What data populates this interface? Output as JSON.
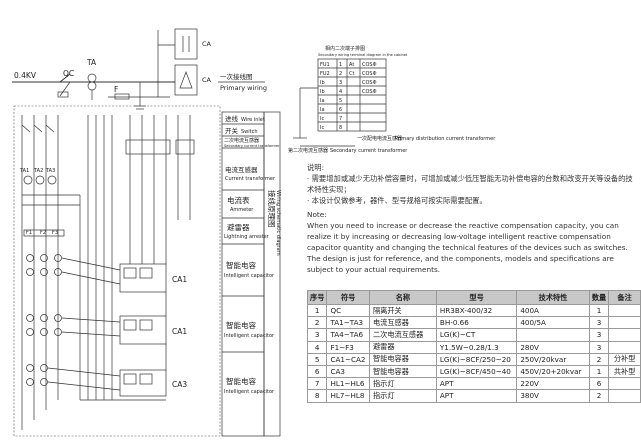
{
  "left_diagram": {
    "voltage": "0.4KV",
    "qc": "QC",
    "ta": "TA",
    "f": "F",
    "ca": "CA",
    "primary_cn": "一次接线图",
    "primary_en": "Primary wiring",
    "ca1": "CA1",
    "ca3": "CA3"
  },
  "legend": {
    "wire_inlet_cn": "进线",
    "wire_inlet_en": "Wire inlet",
    "switch_cn": "开关",
    "switch_en": "Switch",
    "sec_ct_cn": "二次电流互感器",
    "sec_ct_en": "Secondary current transformer",
    "ct_cn": "电流互感器",
    "ct_en": "Current transformer",
    "ammeter_cn": "电流表",
    "ammeter_en": "Ammeter",
    "arrester_cn": "避雷器",
    "arrester_en": "Lightning arrester",
    "cap1_cn": "智能电容",
    "cap1_en": "Intelligent capacitor",
    "cap2_cn": "智能电容",
    "cap2_en": "Intelligent capacitor",
    "cap3_cn": "智能电容",
    "cap3_en": "Intelligent capacitor",
    "wiring_cn": "接线原理图",
    "wiring_en": "Wiring schematic diagram"
  },
  "terminal": {
    "title_cn": "相内二次端子排图",
    "title_en": "Secondary wiring terminal diagram in the cabinet",
    "rows": [
      {
        "a": "FU1",
        "b": "1",
        "c": "At",
        "d": "COSΦ"
      },
      {
        "a": "FU2",
        "b": "2",
        "c": "Ct",
        "d": "COSΦ"
      },
      {
        "a": "Ib",
        "b": "3",
        "c": "",
        "d": "COSΦ"
      },
      {
        "a": "Ib",
        "b": "4",
        "c": "",
        "d": "COSΦ"
      },
      {
        "a": "Ia",
        "b": "5",
        "c": "",
        "d": ""
      },
      {
        "a": "Ia",
        "b": "6",
        "c": "",
        "d": ""
      },
      {
        "a": "Ic",
        "b": "7",
        "c": "",
        "d": ""
      },
      {
        "a": "Ic",
        "b": "8",
        "c": "",
        "d": ""
      }
    ],
    "primary_ct_cn": "一次配电电流互感器",
    "primary_ct_en": "Primary distribution current transformer",
    "secondary_ct_cn": "第二次电流互感器",
    "secondary_ct_en": "Secondary current transformer"
  },
  "notes": {
    "heading_cn": "说明:",
    "line1_cn": "· 需要增加或减少无功补偿容量时，可增加或减少低压智能无功补偿电容的台数和改变开关等设备的技术特性实现；",
    "line2_cn": "· 本设计仅做参考，器件、型号规格可按实际需要配置。",
    "heading_en": "Note:",
    "line1_en": "When you need to increase or decrease the reactive compensation capacity, you can realize it by increasing or decreasing low-voltage intelligent reactive compensation capacitor quantity and changing the technical features of the devices such as switches.",
    "line2_en": "The design is just for reference, and the components, models and specifications are subject to your actual requirements."
  },
  "bom": {
    "headers": [
      "序号",
      "符号",
      "名称",
      "型号",
      "技术特性",
      "数量",
      "备注"
    ],
    "rows": [
      [
        "1",
        "QC",
        "隔离开关",
        "HR3BX-400/32",
        "400A",
        "1",
        ""
      ],
      [
        "2",
        "TA1~TA3",
        "电流互感器",
        "BH-0.66",
        "400/5A",
        "3",
        ""
      ],
      [
        "3",
        "TA4~TA6",
        "二次电流互感器",
        "LG(K)~CT",
        "",
        "3",
        ""
      ],
      [
        "4",
        "F1~F3",
        "避雷器",
        "Y1.5W~0.28/1.3",
        "280V",
        "3",
        ""
      ],
      [
        "5",
        "CA1~CA2",
        "智能电容器",
        "LG(K)~8CF/250~20",
        "250V/20kvar",
        "2",
        "分补型"
      ],
      [
        "6",
        "CA3",
        "智能电容器",
        "LG(K)~8CF/450~40",
        "450V/20+20kvar",
        "1",
        "共补型"
      ],
      [
        "7",
        "HL1~HL6",
        "指示灯",
        "APT",
        "220V",
        "6",
        ""
      ],
      [
        "8",
        "HL7~HL8",
        "指示灯",
        "APT",
        "380V",
        "2",
        ""
      ]
    ]
  }
}
